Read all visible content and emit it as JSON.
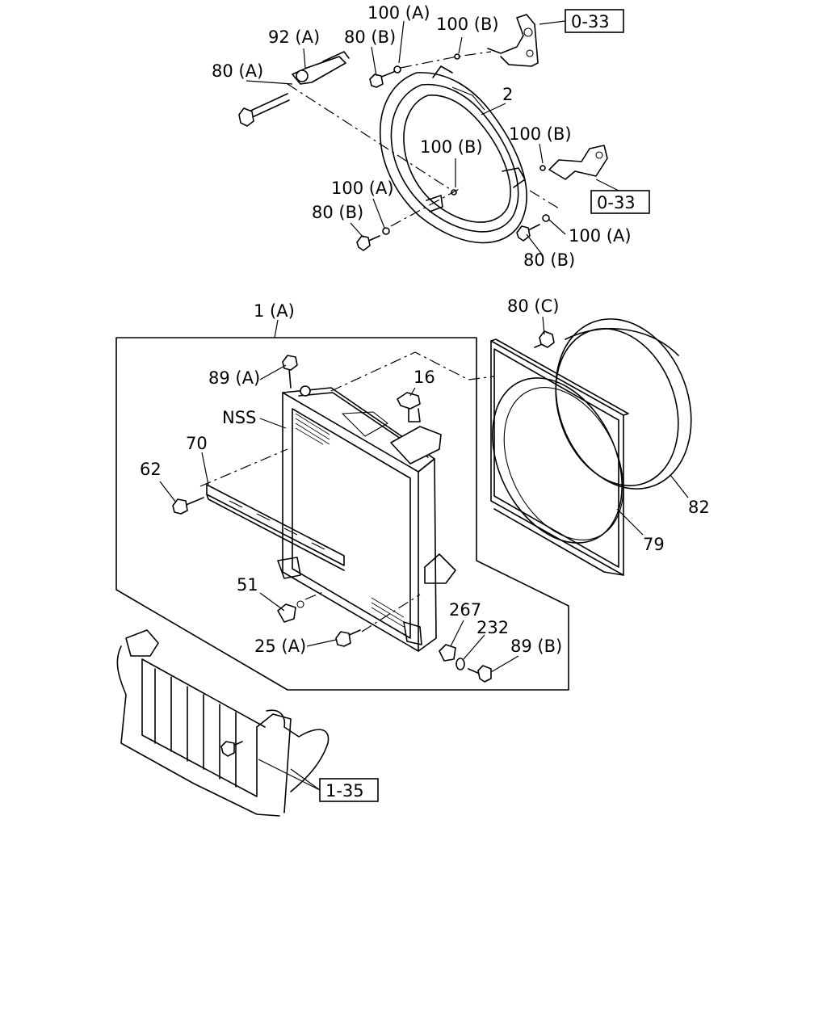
{
  "diagram": {
    "labels": {
      "l_100A_top": "100 (A)",
      "l_92A": "92 (A)",
      "l_80B_top": "80 (B)",
      "l_100B_top": "100 (B)",
      "l_80A": "80 (A)",
      "l_2": "2",
      "l_100B_right": "100 (B)",
      "l_100B_center": "100 (B)",
      "l_100A_left": "100 (A)",
      "l_80B_left": "80 (B)",
      "l_100A_right": "100 (A)",
      "l_80B_right": "80 (B)",
      "l_1A": "1 (A)",
      "l_80C": "80 (C)",
      "l_89A": "89 (A)",
      "l_16": "16",
      "l_NSS": "NSS",
      "l_70": "70",
      "l_62": "62",
      "l_82": "82",
      "l_79": "79",
      "l_51": "51",
      "l_267": "267",
      "l_232": "232",
      "l_25A": "25 (A)",
      "l_89B": "89 (B)"
    },
    "refs": {
      "ref_033_top": "0-33",
      "ref_033_mid": "0-33",
      "ref_135": "1-35"
    }
  }
}
